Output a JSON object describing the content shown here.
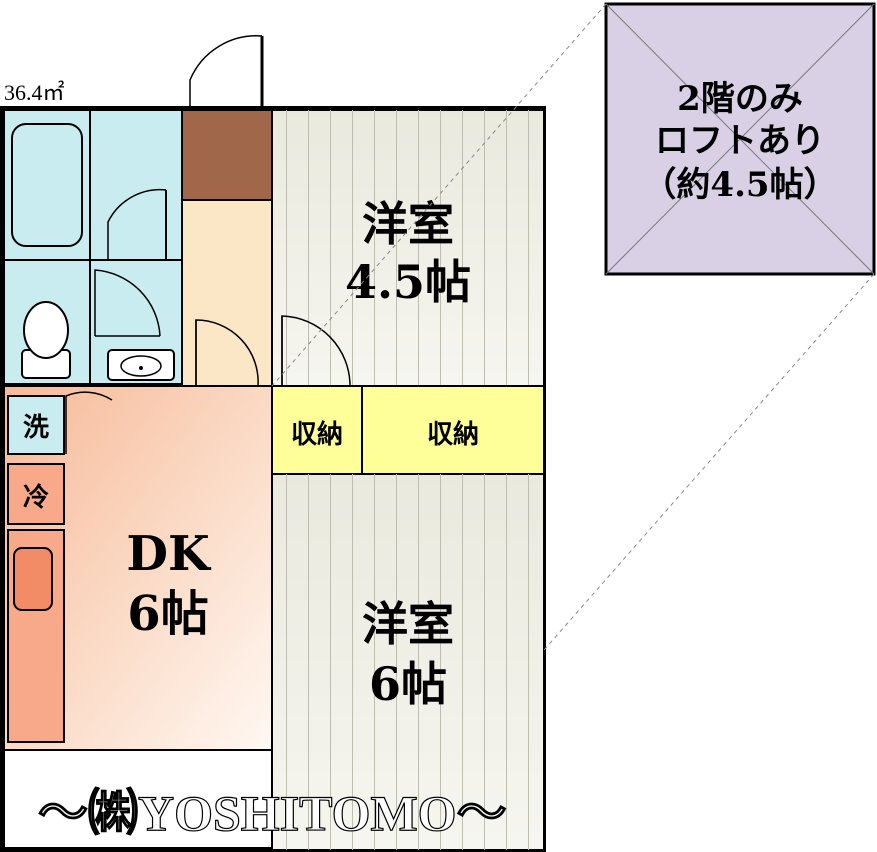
{
  "floor_plan": {
    "area": "36.4㎡",
    "loft_note": {
      "line1": "2階のみ",
      "line2": "ロフトあり",
      "line3": "（約4.5帖）"
    },
    "rooms": {
      "western_small": {
        "name": "洋室",
        "size": "4.5帖"
      },
      "western_large": {
        "name": "洋室",
        "size": "6帖"
      },
      "dk": {
        "name": "DK",
        "size": "6帖"
      },
      "storage_left": "収納",
      "storage_right": "収納",
      "washer": "洗",
      "fridge": "冷"
    },
    "watermark": "～㈱YOSHITOMO～"
  },
  "colors": {
    "bath": "#c8ecef",
    "storage": "#ffff99",
    "loft": "#d9d0e6",
    "entrance_mat": "#a0674b",
    "corridor": "#fbe7c6",
    "kitchen_counter": "#f7a98a",
    "western_floor": "#efefe6"
  }
}
